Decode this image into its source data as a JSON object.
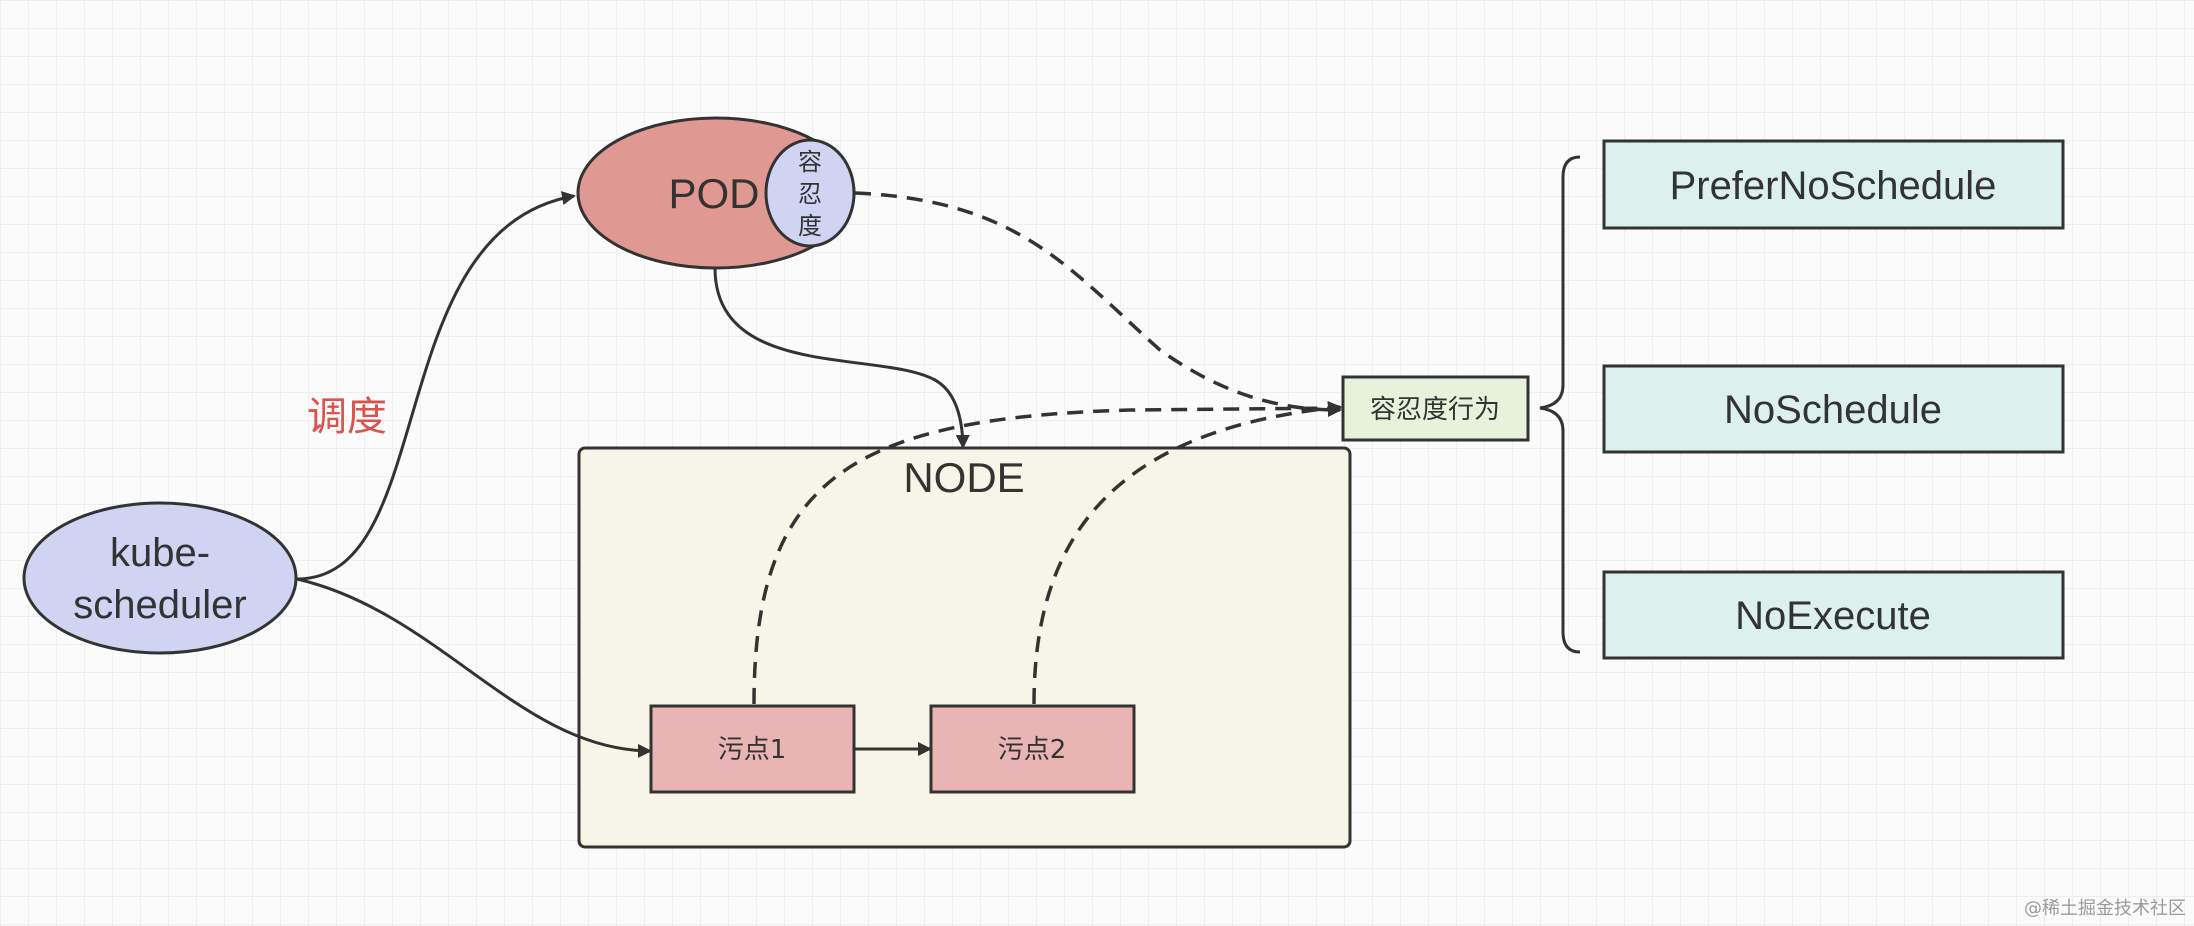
{
  "nodes": {
    "kube_scheduler": {
      "line1": "kube-",
      "line2": "scheduler"
    },
    "schedule_label": "调度",
    "pod": {
      "label": "POD"
    },
    "toleration": {
      "c1": "容",
      "c2": "忍",
      "c3": "度"
    },
    "node": {
      "label": "NODE"
    },
    "taint1": {
      "label": "污点1"
    },
    "taint2": {
      "label": "污点2"
    },
    "toleration_behavior": {
      "label": "容忍度行为"
    },
    "effects": {
      "prefer_no_schedule": "PreferNoSchedule",
      "no_schedule": "NoSchedule",
      "no_execute": "NoExecute"
    }
  },
  "watermark": "@稀土掘金技术社区",
  "colors": {
    "scheduler_fill": "#d0d3f2",
    "pod_fill": "#e09893",
    "toleration_fill": "#d0d3f2",
    "node_fill": "#f7f5e8",
    "taint_fill": "#e8b4b4",
    "behavior_fill": "#e6f2d9",
    "effect_fill": "#dcf0ee",
    "schedule_text": "#d9544d",
    "stroke": "#333333"
  }
}
